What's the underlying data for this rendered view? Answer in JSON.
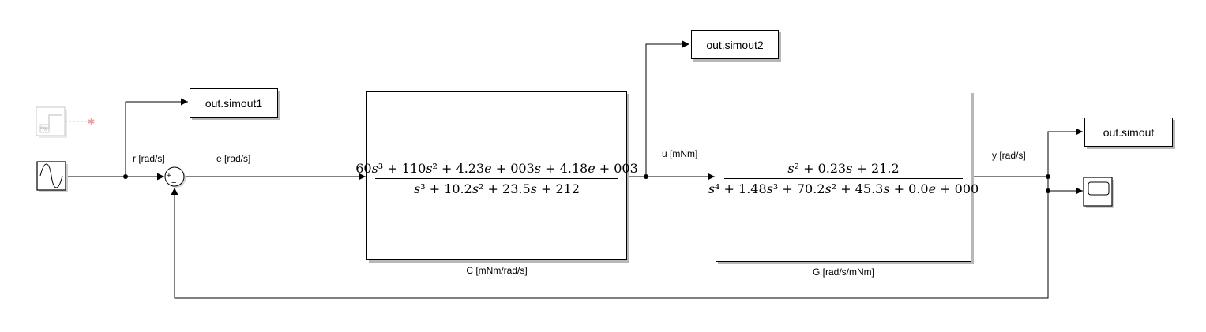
{
  "blocks": {
    "sine_wave": {
      "icon": "sine-wave-icon"
    },
    "disabled_step": {
      "icon": "step-icon",
      "percent_label": "%"
    },
    "sum": {
      "sign_plus": "+",
      "sign_minus": "−"
    },
    "controller": {
      "name": "C [mNm/rad/s]",
      "numerator": "60s³ + 110s² + 4.23e + 003s + 4.18e + 003",
      "denominator": "s³ + 10.2s² + 23.5s + 212"
    },
    "plant": {
      "name": "G [rad/s/mNm]",
      "numerator": "s² + 0.23s + 21.2",
      "denominator": "s⁴ + 1.48s³ + 70.2s² + 45.3s + 0.0e + 000"
    },
    "to_workspace_1": {
      "label": "out.simout1"
    },
    "to_workspace_2": {
      "label": "out.simout2"
    },
    "to_workspace_3": {
      "label": "out.simout"
    },
    "scope": {
      "icon": "scope-icon"
    }
  },
  "signals": {
    "r": "r [rad/s]",
    "e": "e [rad/s]",
    "u": "u [mNm]",
    "y": "y [rad/s]"
  },
  "colors": {
    "line": "#000000",
    "disabled_line": "#f08080",
    "block_shadow": "#b8b8b8"
  }
}
